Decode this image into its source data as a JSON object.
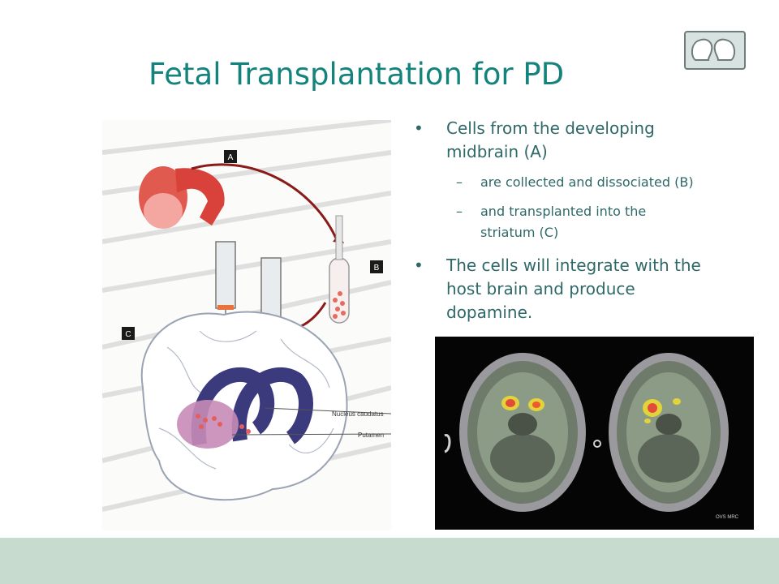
{
  "slide": {
    "title": "Fetal Transplantation for PD",
    "bullets": [
      {
        "text": "Cells from the developing\nmidbrain (A)",
        "subs": [
          "are collected and dissociated (B)",
          "and transplanted into the\nstriatum (C)"
        ]
      },
      {
        "text": "The cells will integrate with the\nhost brain and produce\ndopamine.",
        "subs": []
      }
    ],
    "bullet_symbol": "•",
    "sub_symbol": "–"
  },
  "figure_left": {
    "labels": {
      "a": "A",
      "b": "B",
      "c": "C"
    },
    "annotations": {
      "nucleus": "Nucleus caudatus",
      "putamen": "Putamen"
    }
  },
  "figure_right": {
    "credit": "OVS MRC"
  },
  "icons": {
    "logo": "brain-heads-logo-icon"
  },
  "colors": {
    "title": "#14837c",
    "text": "#2f6868",
    "footer": "#c7dccf"
  }
}
